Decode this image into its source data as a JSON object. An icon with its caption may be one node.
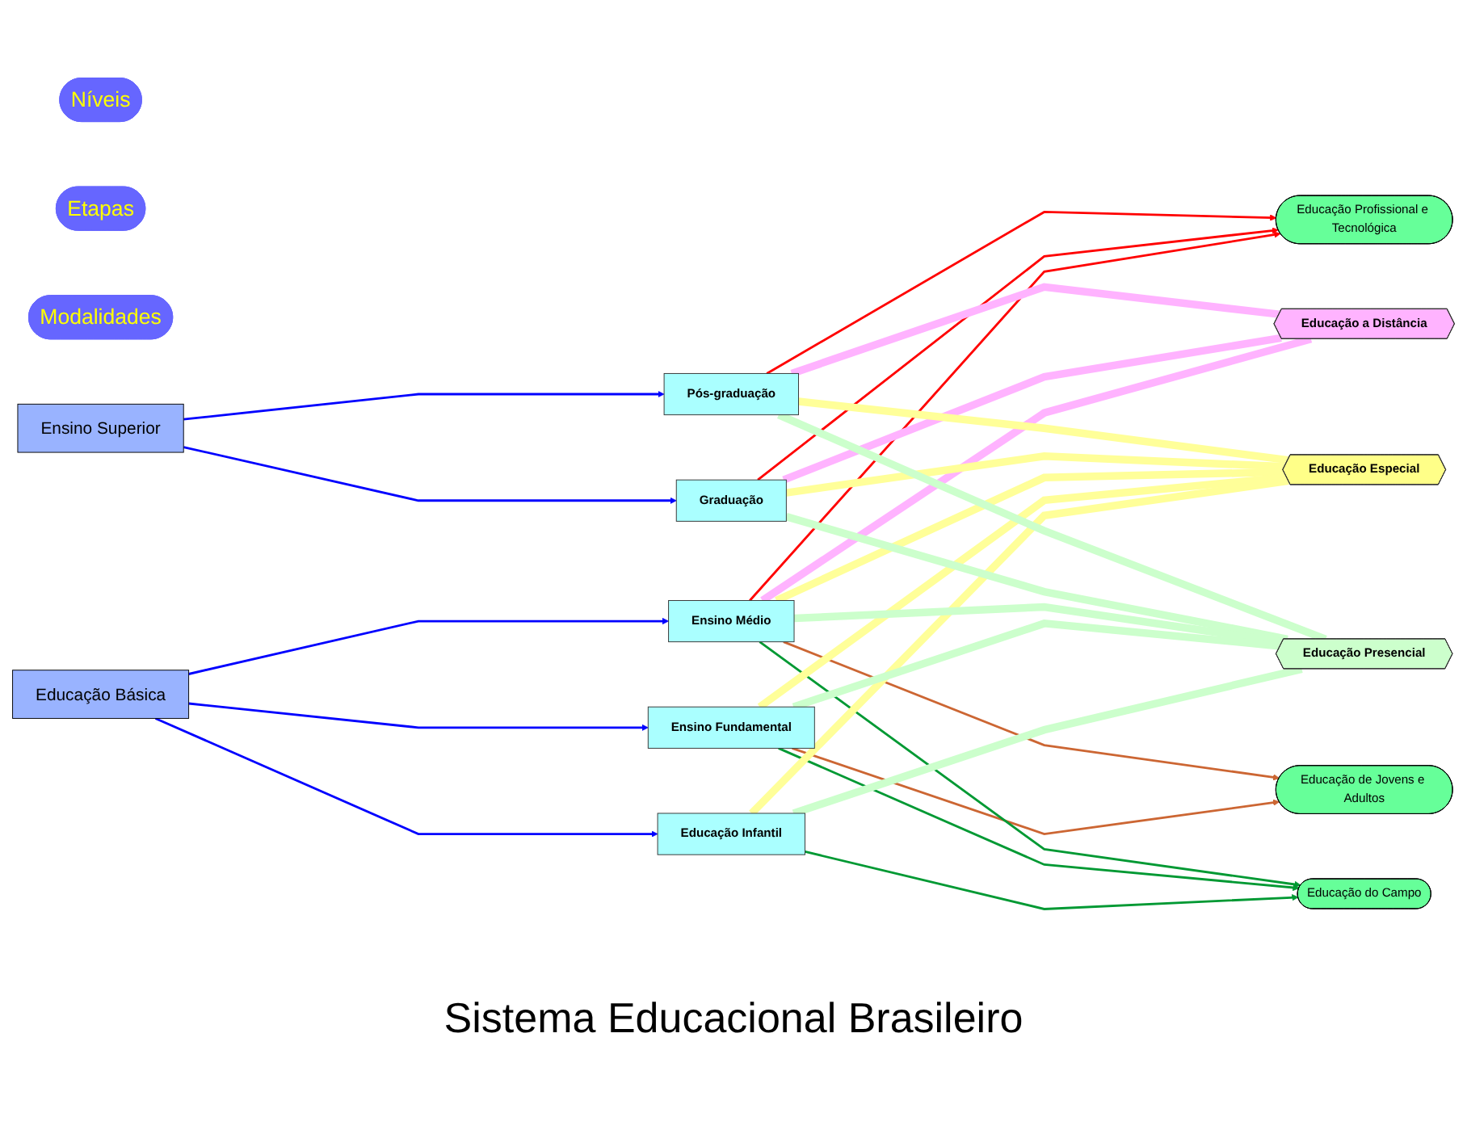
{
  "diagram": {
    "nodes": [
      {
        "text": [
          "Níveis"
        ]
      },
      {
        "text": [
          "Etapas"
        ]
      },
      {
        "text": [
          "Modalidades"
        ]
      },
      {
        "text": [
          "Ensino Superior"
        ]
      },
      {
        "text": [
          "Educação Básica"
        ]
      },
      {
        "text": [
          "Pós-graduação"
        ]
      },
      {
        "text": [
          "Graduação"
        ]
      },
      {
        "text": [
          "Ensino Médio"
        ]
      },
      {
        "text": [
          "Ensino Fundamental"
        ]
      },
      {
        "text": [
          "Educação Infantil"
        ]
      },
      {
        "text": [
          "Educação a Distância"
        ]
      },
      {
        "text": [
          "Educação Profissional e Tecnológica"
        ]
      },
      {
        "text": [
          "Educação de Jovens e Adultos"
        ]
      },
      {
        "text": [
          "Educação do Campo"
        ]
      },
      {
        "text": [
          "Educação Especial"
        ]
      },
      {
        "text": [
          "Educação Presencial"
        ]
      }
    ],
    "edges": [
      {
        "from": 3,
        "to": 5,
        "arrow": "to",
        "color": "#0000ff"
      },
      {
        "from": 3,
        "to": 6,
        "arrow": "to",
        "color": "#0000ff"
      },
      {
        "from": 4,
        "to": 7,
        "arrow": "to",
        "color": "#0000ff"
      },
      {
        "from": 4,
        "to": 8,
        "arrow": "to",
        "color": "#0000ff"
      },
      {
        "from": 4,
        "to": 9,
        "arrow": "to",
        "color": "#0000ff"
      },
      {
        "from": 5,
        "to": 11,
        "arrow": "to",
        "color": "#ff0000"
      },
      {
        "from": 6,
        "to": 11,
        "arrow": "to",
        "color": "#ff0000"
      },
      {
        "from": 7,
        "to": 11,
        "arrow": "to",
        "color": "#ff0000"
      },
      {
        "from": 7,
        "to": 12,
        "arrow": "to",
        "color": "#cc6633"
      },
      {
        "from": 8,
        "to": 12,
        "arrow": "to",
        "color": "#cc6633"
      },
      {
        "from": 7,
        "to": 13,
        "arrow": "to",
        "color": "#009933"
      },
      {
        "from": 8,
        "to": 13,
        "arrow": "to",
        "color": "#009933"
      },
      {
        "from": 9,
        "to": 13,
        "arrow": "to",
        "color": "#009933"
      },
      {
        "from": 5,
        "to": 10,
        "arrow": "none",
        "style": "thick",
        "color": "#ffb3ff"
      },
      {
        "from": 6,
        "to": 10,
        "arrow": "none",
        "style": "thick",
        "color": "#ffb3ff"
      },
      {
        "from": 7,
        "to": 10,
        "arrow": "none",
        "style": "thick",
        "color": "#ffb3ff"
      },
      {
        "from": 5,
        "to": 14,
        "arrow": "none",
        "style": "thick",
        "color": "#ffff99"
      },
      {
        "from": 6,
        "to": 14,
        "arrow": "none",
        "style": "thick",
        "color": "#ffff99"
      },
      {
        "from": 7,
        "to": 14,
        "arrow": "none",
        "style": "thick",
        "color": "#ffff99"
      },
      {
        "from": 8,
        "to": 14,
        "arrow": "none",
        "style": "thick",
        "color": "#ffff99"
      },
      {
        "from": 9,
        "to": 14,
        "arrow": "none",
        "style": "thick",
        "color": "#ffff99"
      },
      {
        "from": 5,
        "to": 15,
        "arrow": "none",
        "style": "thick",
        "color": "#ccffcc"
      },
      {
        "from": 6,
        "to": 15,
        "arrow": "none",
        "style": "thick",
        "color": "#ccffcc"
      },
      {
        "from": 7,
        "to": 15,
        "arrow": "none",
        "style": "thick",
        "color": "#ccffcc"
      },
      {
        "from": 8,
        "to": 15,
        "arrow": "none",
        "style": "thick",
        "color": "#ccffcc"
      },
      {
        "from": 9,
        "to": 15,
        "arrow": "none",
        "style": "thick",
        "color": "#ccffcc"
      }
    ],
    "labels": [
      "Sistema Educacional Brasileiro"
    ]
  }
}
